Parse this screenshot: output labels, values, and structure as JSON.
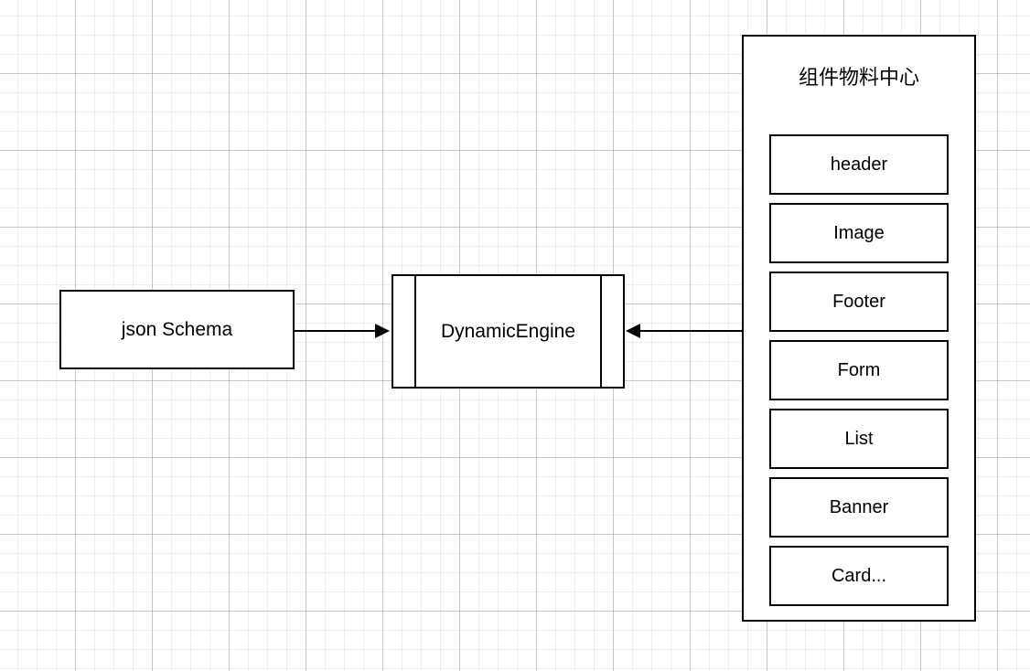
{
  "diagram": {
    "type": "flow-diagram",
    "background": "grid",
    "nodes": {
      "json_schema": {
        "label": "json Schema",
        "shape": "rectangle"
      },
      "dynamic_engine": {
        "label": "DynamicEngine",
        "shape": "predefined-process"
      },
      "material_center": {
        "title": "组件物料中心",
        "shape": "container",
        "items": [
          {
            "label": "header"
          },
          {
            "label": "Image"
          },
          {
            "label": "Footer"
          },
          {
            "label": "Form"
          },
          {
            "label": "List"
          },
          {
            "label": "Banner"
          },
          {
            "label": "Card..."
          }
        ]
      }
    },
    "edges": [
      {
        "id": "schema-to-engine",
        "from": "json_schema",
        "to": "dynamic_engine",
        "label": "",
        "direction": "right"
      },
      {
        "id": "material-to-engine",
        "from": "material_center",
        "to": "dynamic_engine",
        "label": "",
        "direction": "left"
      }
    ],
    "colors": {
      "stroke": "#000000",
      "fill": "#ffffff",
      "grid_minor": "#c8c8c8",
      "grid_major": "#aaaaaa"
    }
  }
}
